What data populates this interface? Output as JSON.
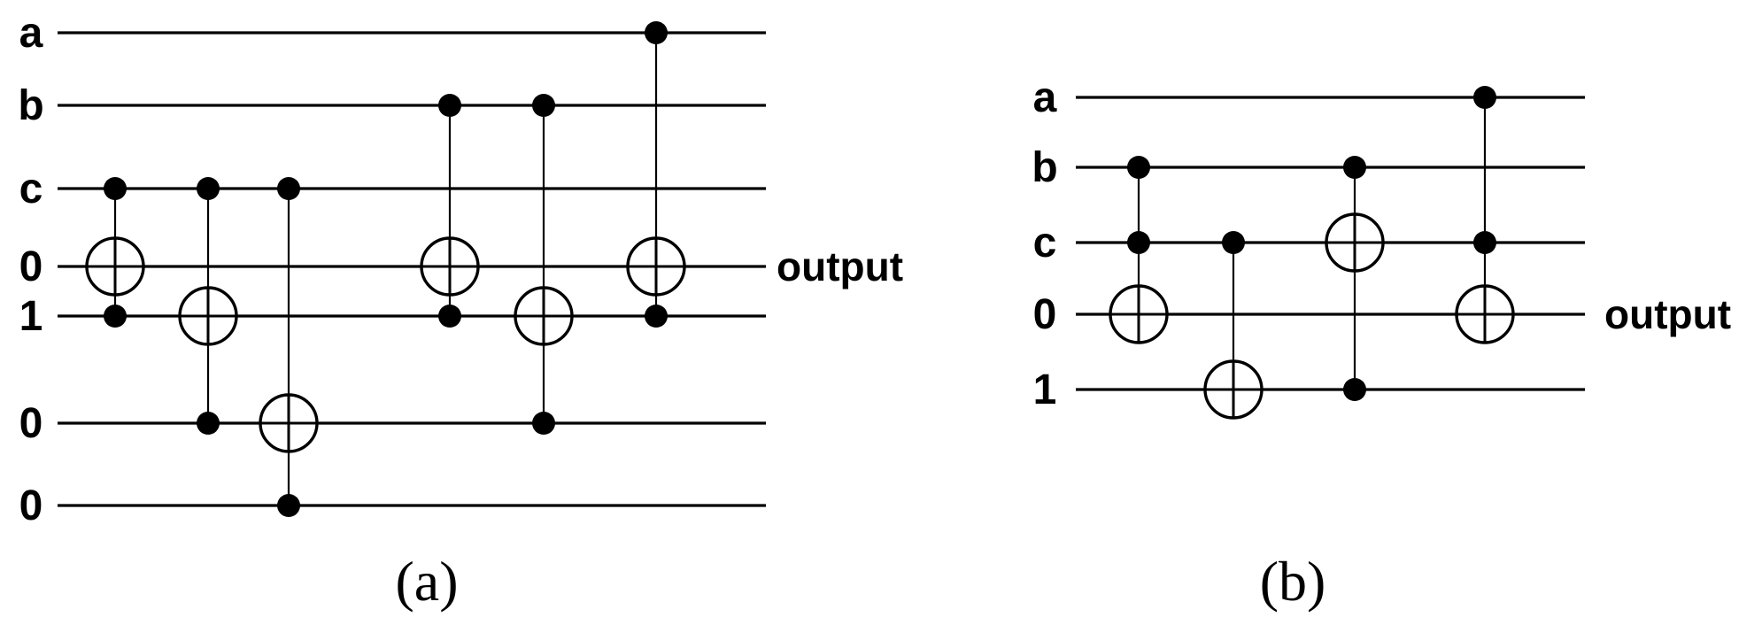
{
  "circuits": [
    {
      "id": "a",
      "caption": "(a)",
      "wire_labels": [
        "a",
        "b",
        "c",
        "0",
        "1",
        "0",
        "0"
      ],
      "output_label": "output",
      "output_wire": 3,
      "gates": [
        {
          "controls": [
            2,
            4
          ],
          "target": 3
        },
        {
          "controls": [
            2,
            5
          ],
          "target": 4
        },
        {
          "controls": [
            2,
            6
          ],
          "target": 5
        },
        {
          "controls": [
            1,
            4
          ],
          "target": 3
        },
        {
          "controls": [
            1,
            5
          ],
          "target": 4
        },
        {
          "controls": [
            0,
            4
          ],
          "target": 3
        }
      ]
    },
    {
      "id": "b",
      "caption": "(b)",
      "wire_labels": [
        "a",
        "b",
        "c",
        "0",
        "1"
      ],
      "output_label": "output",
      "output_wire": 3,
      "gates": [
        {
          "controls": [
            1,
            2
          ],
          "target": 3
        },
        {
          "controls": [
            2
          ],
          "target": 4
        },
        {
          "controls": [
            1,
            4
          ],
          "target": 2
        },
        {
          "controls": [
            0,
            2
          ],
          "target": 3
        }
      ]
    }
  ]
}
